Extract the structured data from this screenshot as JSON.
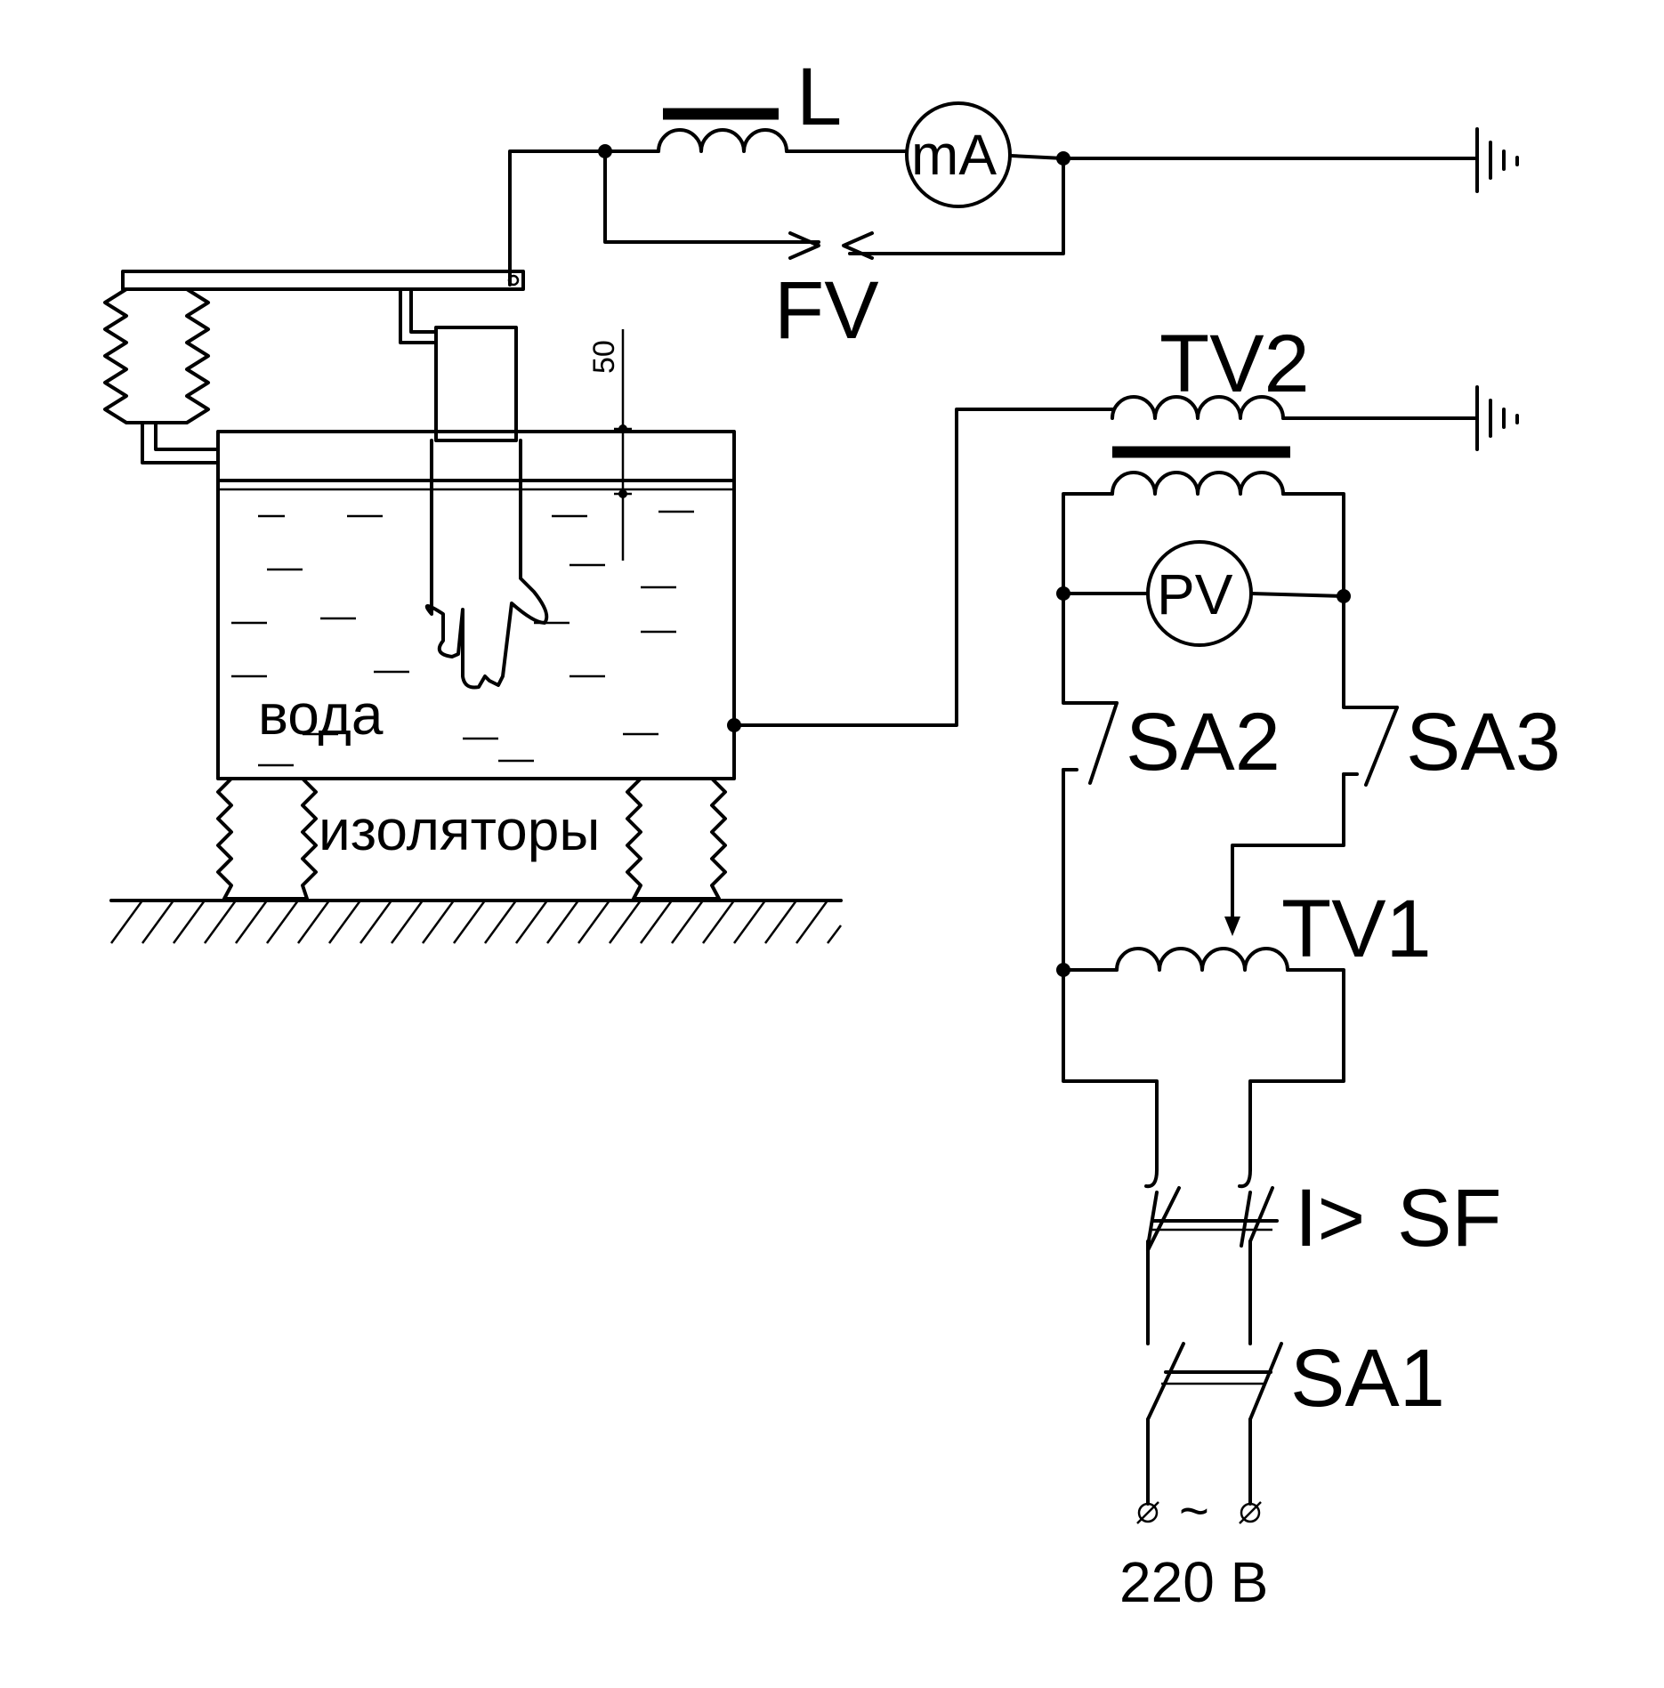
{
  "labels": {
    "inductor": "L",
    "milliammeter": "mA",
    "spark_gap": "FV",
    "transformer_hv": "TV2",
    "voltmeter": "PV",
    "switch_2": "SA2",
    "switch_3": "SA3",
    "autotransformer": "TV1",
    "breaker": "SF",
    "breaker_symbol": "I>",
    "switch_1": "SA1",
    "water": "вода",
    "insulators": "изоляторы",
    "depth_mark": "50",
    "supply_voltage": "220 В",
    "ac_symbol": "~"
  },
  "colors": {
    "ink": "#000000",
    "background": "#ffffff"
  }
}
